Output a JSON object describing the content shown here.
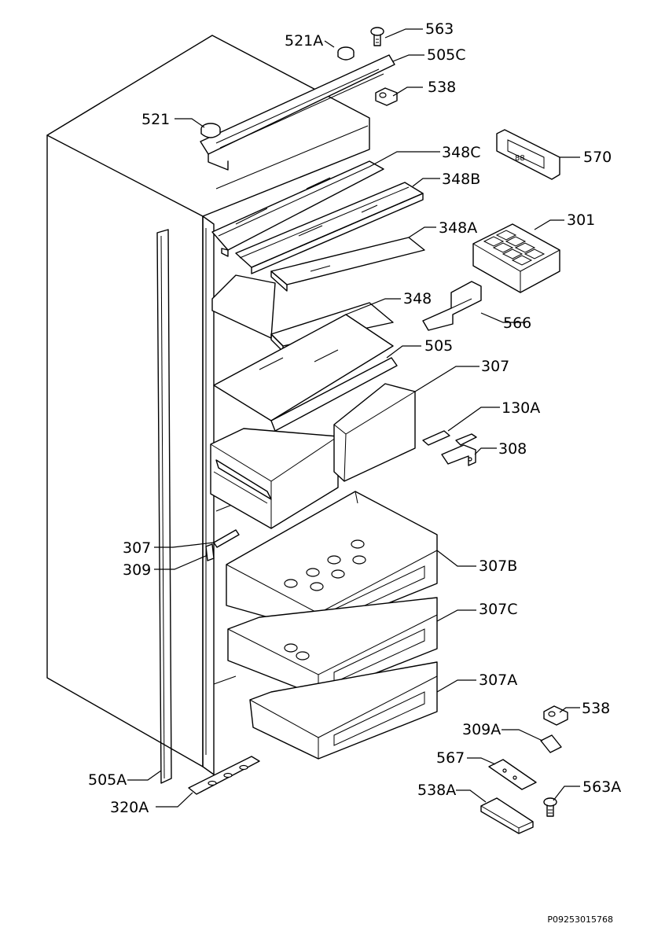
{
  "reference_code": "P09253015768",
  "labels": {
    "l563": "563",
    "l521a": "521A",
    "l505c": "505C",
    "l538top": "538",
    "l521": "521",
    "l570": "570",
    "l348c": "348C",
    "l348b": "348B",
    "l301": "301",
    "l348a": "348A",
    "l348": "348",
    "l566": "566",
    "l505": "505",
    "l307": "307",
    "l130a": "130A",
    "l308": "308",
    "l307left": "307",
    "l309": "309",
    "l307b": "307B",
    "l307c": "307C",
    "l307a": "307A",
    "l538bot": "538",
    "l309a": "309A",
    "l567": "567",
    "l505a": "505A",
    "l563a": "563A",
    "l538a": "538A",
    "l320a": "320A"
  }
}
